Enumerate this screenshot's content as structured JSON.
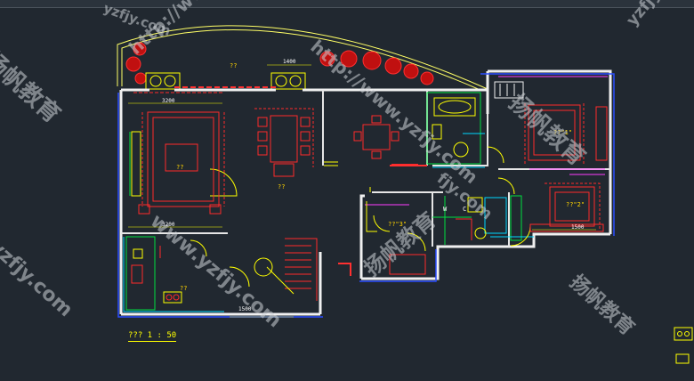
{
  "plan": {
    "room_labels": {
      "garden": "??",
      "living": "??",
      "dining": "??",
      "bedroom1": "??\"1\"",
      "bedroom2": "??\"2\"",
      "bedroom3": "??\"3\"",
      "kitchen": "??",
      "wc_w": "W",
      "wc_c": "C"
    },
    "dimensions": {
      "top_1": "1400",
      "left_top": "3200",
      "left_mid": "3200",
      "kitchen_bottom": "1500",
      "bed2_dim": "1500"
    },
    "drawing_title": "???  1 : 50"
  },
  "watermark": {
    "url1": "http://www.yzfjy.com",
    "url2": "http://www.yzfjy.com",
    "url3": "www.yzfjy.com",
    "url4": "yzfjy.com",
    "url5": "yzfjy.com",
    "url6": "fjy.com",
    "brand1": "扬帆教育",
    "brand2": "扬帆教育",
    "brand3": "扬帆教育",
    "brand4": "扬帆教育"
  },
  "colors": {
    "background": "#212830",
    "wall": "#ffffff",
    "furniture": "#ff2a2a",
    "line_yellow": "#ffff00",
    "line_green": "#00e040",
    "line_cyan": "#00d8ff",
    "line_blue": "#2a4dff",
    "line_magenta": "#ff3cff"
  }
}
